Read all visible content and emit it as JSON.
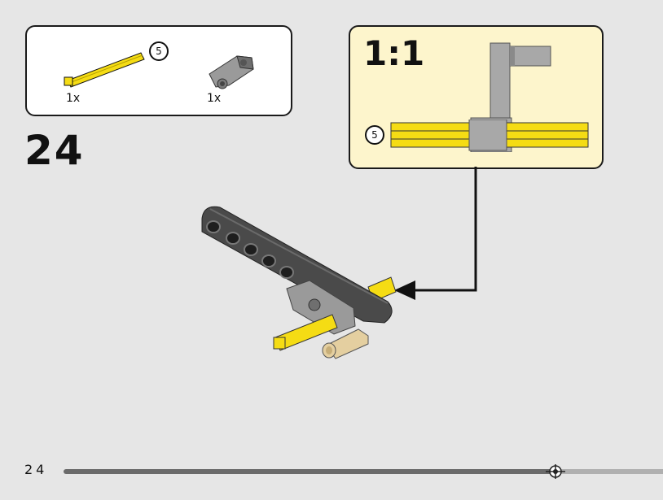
{
  "parts_list": {
    "items": [
      {
        "name": "yellow-axle",
        "length_badge": "5",
        "quantity": "1x",
        "color": "#f5dc14"
      },
      {
        "name": "gray-connector",
        "quantity": "1x",
        "color": "#8c8c8c"
      }
    ]
  },
  "step": {
    "number": "24"
  },
  "callout": {
    "scale": "1:1",
    "length_badge": "5"
  },
  "footer": {
    "page_number": "24"
  },
  "colors": {
    "axle_yellow": "#f5dc14",
    "beam_dark": "#4a4a4a",
    "part_gray": "#9a9a9a",
    "pin_tan": "#e4cfa0",
    "callout_bg": "#fdf5cc"
  }
}
